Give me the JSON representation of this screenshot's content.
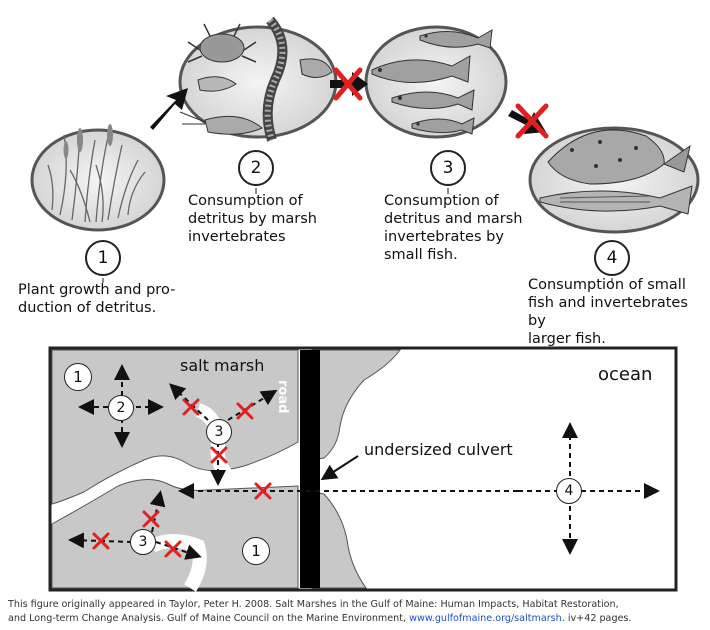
{
  "steps": [
    {
      "number": "1",
      "description": "Plant growth and pro-\nduction of detritus."
    },
    {
      "number": "2",
      "description": "Consumption of\ndetritus by marsh\ninvertebrates"
    },
    {
      "number": "3",
      "description": "Consumption of\ndetritus and marsh\ninvertebrates by\nsmall fish."
    },
    {
      "number": "4",
      "description": "Consumption of small\nfish and invertebrates by\nlarger fish."
    }
  ],
  "map": {
    "salt_marsh_label": "salt marsh",
    "ocean_label": "ocean",
    "road_label": "road",
    "culvert_label": "undersized culvert",
    "markers": {
      "m1a": "1",
      "m1b": "1",
      "m2": "2",
      "m3a": "3",
      "m3b": "3",
      "m4": "4"
    }
  },
  "caption": {
    "text_line1": "This figure originally appeared in Taylor, Peter H. 2008. Salt Marshes in the Gulf of Maine: Human Impacts, Habitat Restoration,",
    "text_line2_pre": "and Long-term Change Analysis. Gulf of Maine Council on the Marine Environment, ",
    "link": "www.gulfofmaine.org/saltmarsh",
    "text_line2_post": ". iv+42 pages."
  },
  "colors": {
    "marsh": "#c8c8c8",
    "block_x": "#e02020",
    "road": "#000000",
    "link": "#2050c0"
  }
}
